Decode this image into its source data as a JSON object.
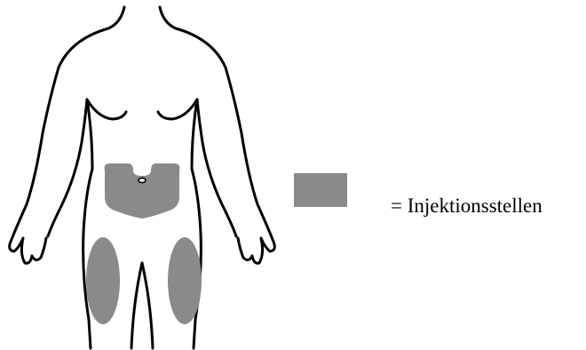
{
  "legend": {
    "label": "= Injektionsstellen",
    "swatch_color": "#8a8a8a"
  },
  "diagram": {
    "body_outline_color": "#000000",
    "injection_site_color": "#8a8a8a",
    "injection_sites": [
      {
        "name": "abdomen"
      },
      {
        "name": "left-thigh"
      },
      {
        "name": "right-thigh"
      }
    ]
  }
}
